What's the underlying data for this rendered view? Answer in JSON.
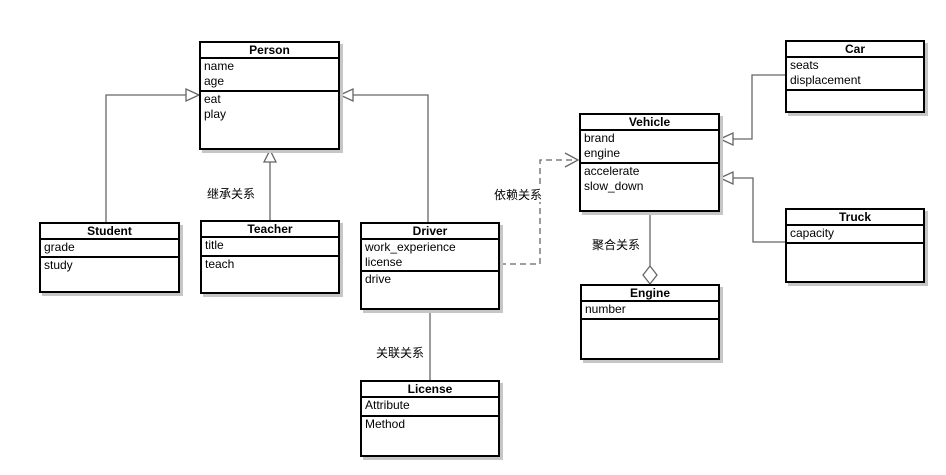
{
  "diagram_type": "uml-class-diagram",
  "classes": {
    "person": {
      "title": "Person",
      "attributes": [
        "name",
        "age"
      ],
      "methods": [
        "eat",
        "play"
      ]
    },
    "student": {
      "title": "Student",
      "attributes": [
        "grade"
      ],
      "methods": [
        "study"
      ]
    },
    "teacher": {
      "title": "Teacher",
      "attributes": [
        "title"
      ],
      "methods": [
        "teach"
      ]
    },
    "driver": {
      "title": "Driver",
      "attributes": [
        "work_experience",
        "license"
      ],
      "methods": [
        "drive"
      ]
    },
    "license": {
      "title": "License",
      "attributes": [
        "Attribute"
      ],
      "methods": [
        "Method"
      ]
    },
    "vehicle": {
      "title": "Vehicle",
      "attributes": [
        "brand",
        "engine"
      ],
      "methods": [
        "accelerate",
        "slow_down"
      ]
    },
    "engine": {
      "title": "Engine",
      "attributes": [
        "number"
      ],
      "methods": []
    },
    "car": {
      "title": "Car",
      "attributes": [
        "seats",
        "displacement"
      ],
      "methods": []
    },
    "truck": {
      "title": "Truck",
      "attributes": [
        "capacity"
      ],
      "methods": []
    }
  },
  "edge_labels": {
    "inheritance": "继承关系",
    "dependency": "依赖关系",
    "aggregation": "聚合关系",
    "association": "关联关系"
  },
  "relationships": [
    {
      "from": "Student",
      "to": "Person",
      "type": "inheritance"
    },
    {
      "from": "Teacher",
      "to": "Person",
      "type": "inheritance",
      "label": "继承关系"
    },
    {
      "from": "Driver",
      "to": "Person",
      "type": "inheritance"
    },
    {
      "from": "Driver",
      "to": "Vehicle",
      "type": "dependency",
      "label": "依赖关系"
    },
    {
      "from": "Driver",
      "to": "License",
      "type": "association",
      "label": "关联关系"
    },
    {
      "from": "Vehicle",
      "to": "Engine",
      "type": "aggregation",
      "label": "聚合关系"
    },
    {
      "from": "Car",
      "to": "Vehicle",
      "type": "inheritance"
    },
    {
      "from": "Truck",
      "to": "Vehicle",
      "type": "inheritance"
    }
  ],
  "colors": {
    "line": "#666666",
    "border": "#000000",
    "shadow": "#c6c6c6",
    "background": "#ffffff",
    "text": "#000000"
  }
}
